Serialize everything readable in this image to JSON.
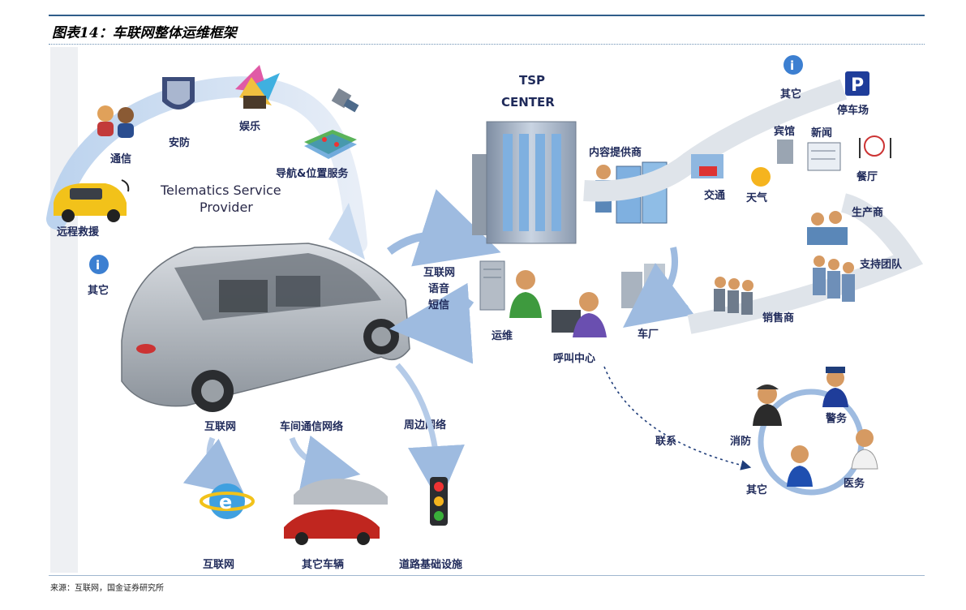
{
  "title": "图表14：车联网整体运维框架",
  "source": "来源：互联网，国金证券研究所",
  "tsp": {
    "provider_line1": "Telematics Service",
    "provider_line2": "Provider",
    "center_line1": "TSP",
    "center_line2": "CENTER"
  },
  "services": {
    "tongxin": "通信",
    "anfang": "安防",
    "yule": "娱乐",
    "daohang": "导航&位置服务",
    "yuancheng": "远程救援",
    "qita": "其它"
  },
  "links": {
    "line1": "互联网",
    "line2": "语音",
    "line3": "短信"
  },
  "ops": {
    "yunwei": "运维",
    "hujiao": "呼叫中心",
    "neirong": "内容提供商",
    "chechang": "车厂",
    "lianxi": "联系"
  },
  "content_items": {
    "qita": "其它",
    "tingche": "停车场",
    "binguan": "宾馆",
    "xinwen": "新闻",
    "canting": "餐厅",
    "jiaotong": "交通",
    "tianqi": "天气"
  },
  "partners": {
    "shengchan": "生产商",
    "zhichi": "支持团队",
    "xiaoshou": "销售商"
  },
  "emergency": {
    "xiaofang": "消防",
    "jingwu": "警务",
    "yiwu": "医务",
    "qita": "其它"
  },
  "networks": {
    "hulianwang": "互联网",
    "chejian": "车间通信网络",
    "zhoubian": "周边网络"
  },
  "targets": {
    "hulianwang": "互联网",
    "qita_cheliang": "其它车辆",
    "daolu": "道路基础设施"
  }
}
